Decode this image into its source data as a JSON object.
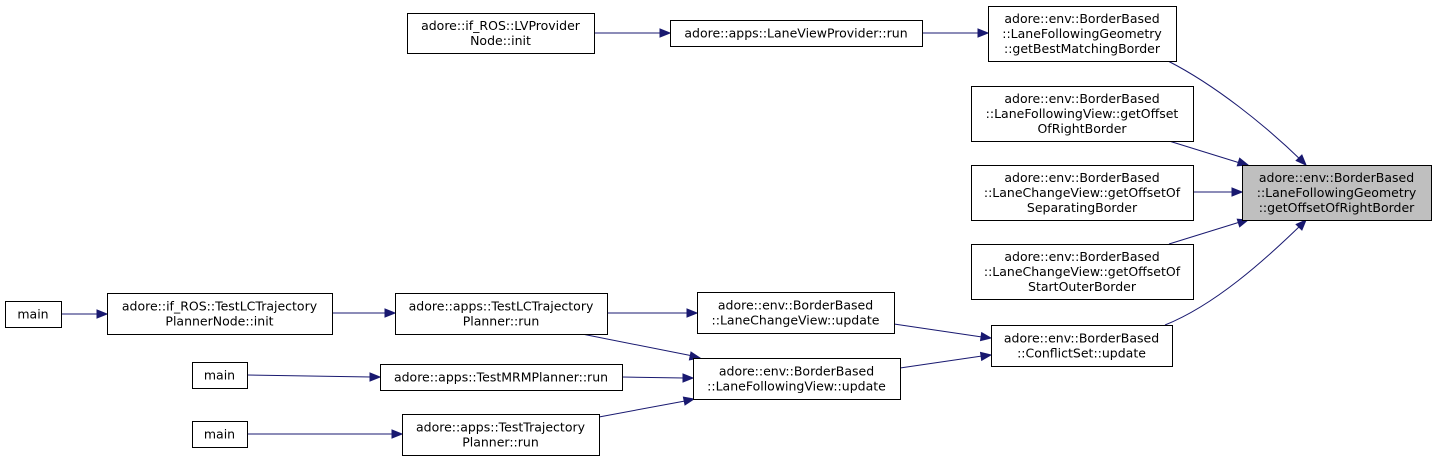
{
  "nodes": {
    "target": {
      "lines": [
        "adore::env::BorderBased",
        "::LaneFollowingGeometry",
        "::getOffsetOfRightBorder"
      ]
    },
    "getBestMatchingBorder": {
      "lines": [
        "adore::env::BorderBased",
        "::LaneFollowingGeometry",
        "::getBestMatchingBorder"
      ]
    },
    "lfv_getOffsetOfRightBorder": {
      "lines": [
        "adore::env::BorderBased",
        "::LaneFollowingView::getOffset",
        "OfRightBorder"
      ]
    },
    "lcv_getOffsetOfSeparatingBorder": {
      "lines": [
        "adore::env::BorderBased",
        "::LaneChangeView::getOffsetOf",
        "SeparatingBorder"
      ]
    },
    "lcv_getOffsetOfStartOuterBorder": {
      "lines": [
        "adore::env::BorderBased",
        "::LaneChangeView::getOffsetOf",
        "StartOuterBorder"
      ]
    },
    "conflictSet_update": {
      "lines": [
        "adore::env::BorderBased",
        "::ConflictSet::update"
      ]
    },
    "laneViewProvider_run": {
      "lines": [
        "adore::apps::LaneViewProvider::run"
      ]
    },
    "lvProviderNode_init": {
      "lines": [
        "adore::if_ROS::LVProvider",
        "Node::init"
      ]
    },
    "laneChangeView_update": {
      "lines": [
        "adore::env::BorderBased",
        "::LaneChangeView::update"
      ]
    },
    "laneFollowingView_update": {
      "lines": [
        "adore::env::BorderBased",
        "::LaneFollowingView::update"
      ]
    },
    "testLCTrajectoryPlanner_run": {
      "lines": [
        "adore::apps::TestLCTrajectory",
        "Planner::run"
      ]
    },
    "testLCTrajectoryPlannerNode_init": {
      "lines": [
        "adore::if_ROS::TestLCTrajectory",
        "PlannerNode::init"
      ]
    },
    "main1": {
      "lines": [
        "main"
      ]
    },
    "testMRMPlanner_run": {
      "lines": [
        "adore::apps::TestMRMPlanner::run"
      ]
    },
    "main2": {
      "lines": [
        "main"
      ]
    },
    "testTrajectoryPlanner_run": {
      "lines": [
        "adore::apps::TestTrajectory",
        "Planner::run"
      ]
    },
    "main3": {
      "lines": [
        "main"
      ]
    }
  },
  "edges": [
    {
      "from": "getBestMatchingBorder",
      "to": "target"
    },
    {
      "from": "lfv_getOffsetOfRightBorder",
      "to": "target"
    },
    {
      "from": "lcv_getOffsetOfSeparatingBorder",
      "to": "target"
    },
    {
      "from": "lcv_getOffsetOfStartOuterBorder",
      "to": "target"
    },
    {
      "from": "conflictSet_update",
      "to": "target"
    },
    {
      "from": "laneViewProvider_run",
      "to": "getBestMatchingBorder"
    },
    {
      "from": "lvProviderNode_init",
      "to": "laneViewProvider_run"
    },
    {
      "from": "laneChangeView_update",
      "to": "conflictSet_update"
    },
    {
      "from": "laneFollowingView_update",
      "to": "conflictSet_update"
    },
    {
      "from": "testLCTrajectoryPlanner_run",
      "to": "laneChangeView_update"
    },
    {
      "from": "testLCTrajectoryPlanner_run",
      "to": "laneFollowingView_update"
    },
    {
      "from": "testLCTrajectoryPlannerNode_init",
      "to": "testLCTrajectoryPlanner_run"
    },
    {
      "from": "main1",
      "to": "testLCTrajectoryPlannerNode_init"
    },
    {
      "from": "testMRMPlanner_run",
      "to": "laneFollowingView_update"
    },
    {
      "from": "main2",
      "to": "testMRMPlanner_run"
    },
    {
      "from": "testTrajectoryPlanner_run",
      "to": "laneFollowingView_update"
    },
    {
      "from": "main3",
      "to": "testTrajectoryPlanner_run"
    }
  ]
}
